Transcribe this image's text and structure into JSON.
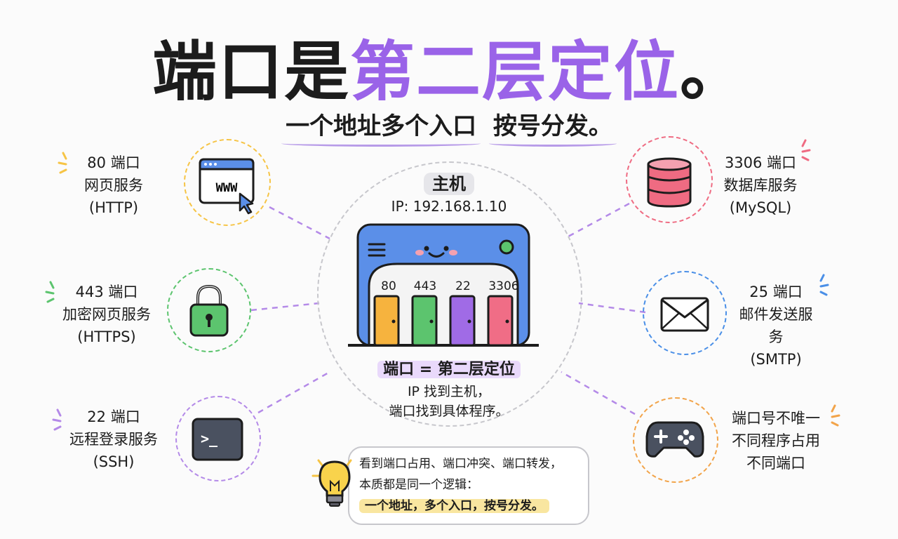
{
  "title": {
    "part1": "端口是",
    "part2": "第二层定位",
    "end": "。"
  },
  "subtitle": {
    "part1": "一个地址多个入口",
    "part2": "按号分发。"
  },
  "host": {
    "title": "主机",
    "ip": "IP: 192.168.1.10",
    "doors": [
      "80",
      "443",
      "22",
      "3306"
    ]
  },
  "summary": {
    "heading": "端口 = 第二层定位",
    "line1": "IP 找到主机，",
    "line2": "端口找到具体程序。"
  },
  "services": {
    "http": {
      "port": "80 端口",
      "name": "网页服务",
      "proto": "(HTTP)",
      "icon_text": "WWW"
    },
    "https": {
      "port": "443 端口",
      "name": "加密网页服务",
      "proto": "(HTTPS)"
    },
    "ssh": {
      "port": "22 端口",
      "name": "远程登录服务",
      "proto": "(SSH)",
      "icon_text": ">_"
    },
    "mysql": {
      "port": "3306 端口",
      "name": "数据库服务",
      "proto": "(MySQL)"
    },
    "smtp": {
      "port": "25 端口",
      "name": "邮件发送服务",
      "proto": "(SMTP)"
    },
    "note": {
      "line1": "端口号不唯一",
      "line2": "不同程序占用",
      "line3": "不同端口"
    }
  },
  "tip": {
    "line1": "看到端口占用、端口冲突、端口转发，",
    "line2": "本质都是同一个逻辑：",
    "line3": "一个地址，多个入口，按号分发。"
  },
  "colors": {
    "purple": "#9a63e8",
    "yellow": "#f6c445",
    "green": "#5cc46e",
    "pink": "#ef6b82",
    "blue": "#4a8fe7",
    "orange": "#f2a44a",
    "violet": "#b48ae8"
  }
}
